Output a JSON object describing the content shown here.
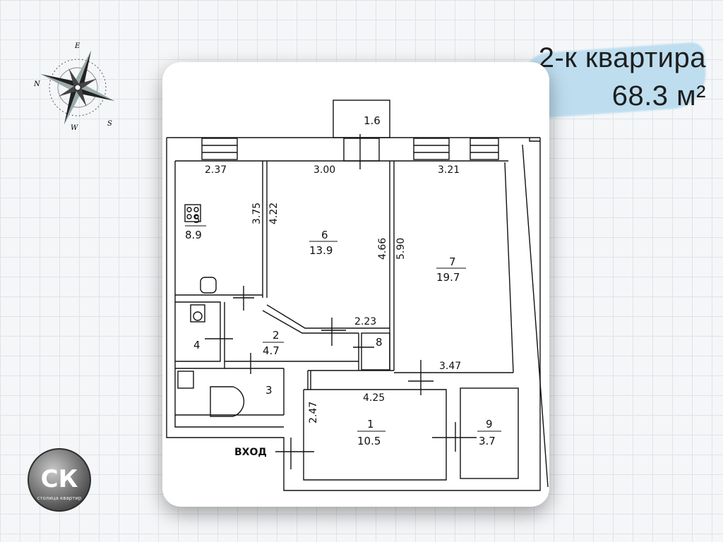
{
  "title": {
    "line1": "2-к квартира",
    "line2": "68.3 м²"
  },
  "compass": {
    "n": "N",
    "e": "E",
    "s": "S",
    "w": "W"
  },
  "logo": {
    "mark": "СК",
    "caption": "столица квартир"
  },
  "plan": {
    "entry_label": "ВХОД",
    "dimensions": {
      "d_2_37": "2.37",
      "d_3_00": "3.00",
      "d_3_21": "3.21",
      "d_3_75": "3.75",
      "d_4_22": "4.22",
      "d_4_66": "4.66",
      "d_5_90": "5.90",
      "d_2_23": "2.23",
      "d_3_47": "3.47",
      "d_4_25": "4.25",
      "d_2_47": "2.47"
    },
    "rooms": {
      "r1": {
        "num": "1",
        "area": "10.5"
      },
      "r2": {
        "num": "2",
        "area": "4.7"
      },
      "r3": {
        "num": "3"
      },
      "r4": {
        "num": "4"
      },
      "r5": {
        "num": "5",
        "area": "8.9"
      },
      "r6": {
        "num": "6",
        "area": "13.9"
      },
      "r7": {
        "num": "7",
        "area": "19.7"
      },
      "r8": {
        "num": "8"
      },
      "r9": {
        "num": "9",
        "area": "3.7"
      },
      "balcony": {
        "area": "1.6"
      }
    }
  }
}
